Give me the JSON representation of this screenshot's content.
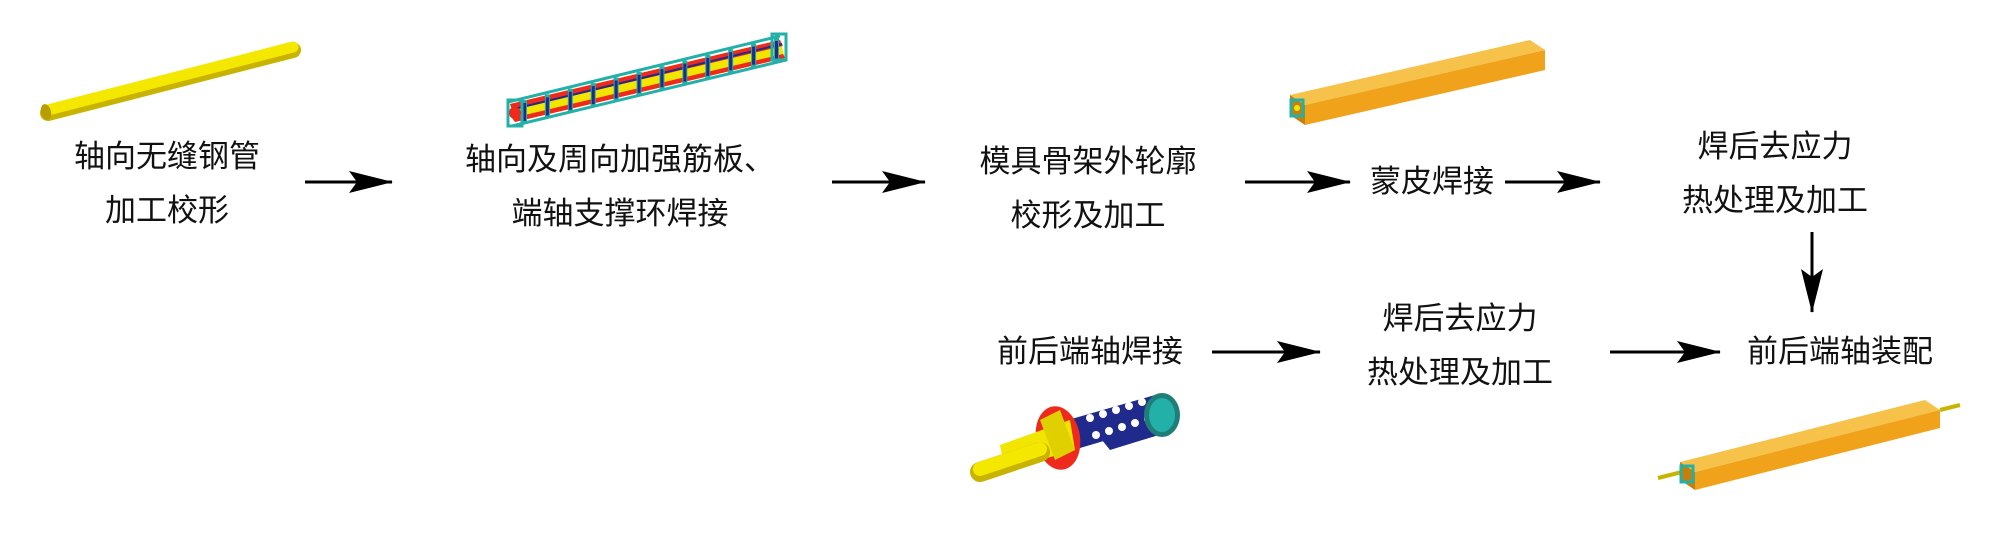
{
  "colors": {
    "tube_yellow": "#f2e600",
    "tube_yellow_dark": "#c8b400",
    "box_orange": "#f0a21a",
    "box_orange_dark": "#c77f0c",
    "rib_red": "#ee2a1c",
    "frame_teal": "#22b0a8",
    "frame_blue": "#1f2a8c",
    "arrow": "#000000"
  },
  "steps": {
    "step1": {
      "line1": "轴向无缝钢管",
      "line2": "加工校形"
    },
    "step2": {
      "line1": "轴向及周向加强筋板、",
      "line2": "端轴支撑环焊接"
    },
    "step3": {
      "line1": "模具骨架外轮廓",
      "line2": "校形及加工"
    },
    "step4": {
      "line1": "蒙皮焊接"
    },
    "step5": {
      "line1": "焊后去应力",
      "line2": "热处理及加工"
    },
    "step6": {
      "line1": "前后端轴焊接"
    },
    "step7": {
      "line1": "焊后去应力",
      "line2": "热处理及加工"
    },
    "step8": {
      "line1": "前后端轴装配"
    }
  },
  "illustrations": [
    "seamless-steel-tube",
    "reinforced-frame",
    "skinned-box-beam",
    "end-shaft-assembly",
    "assembled-beam-with-shafts"
  ]
}
